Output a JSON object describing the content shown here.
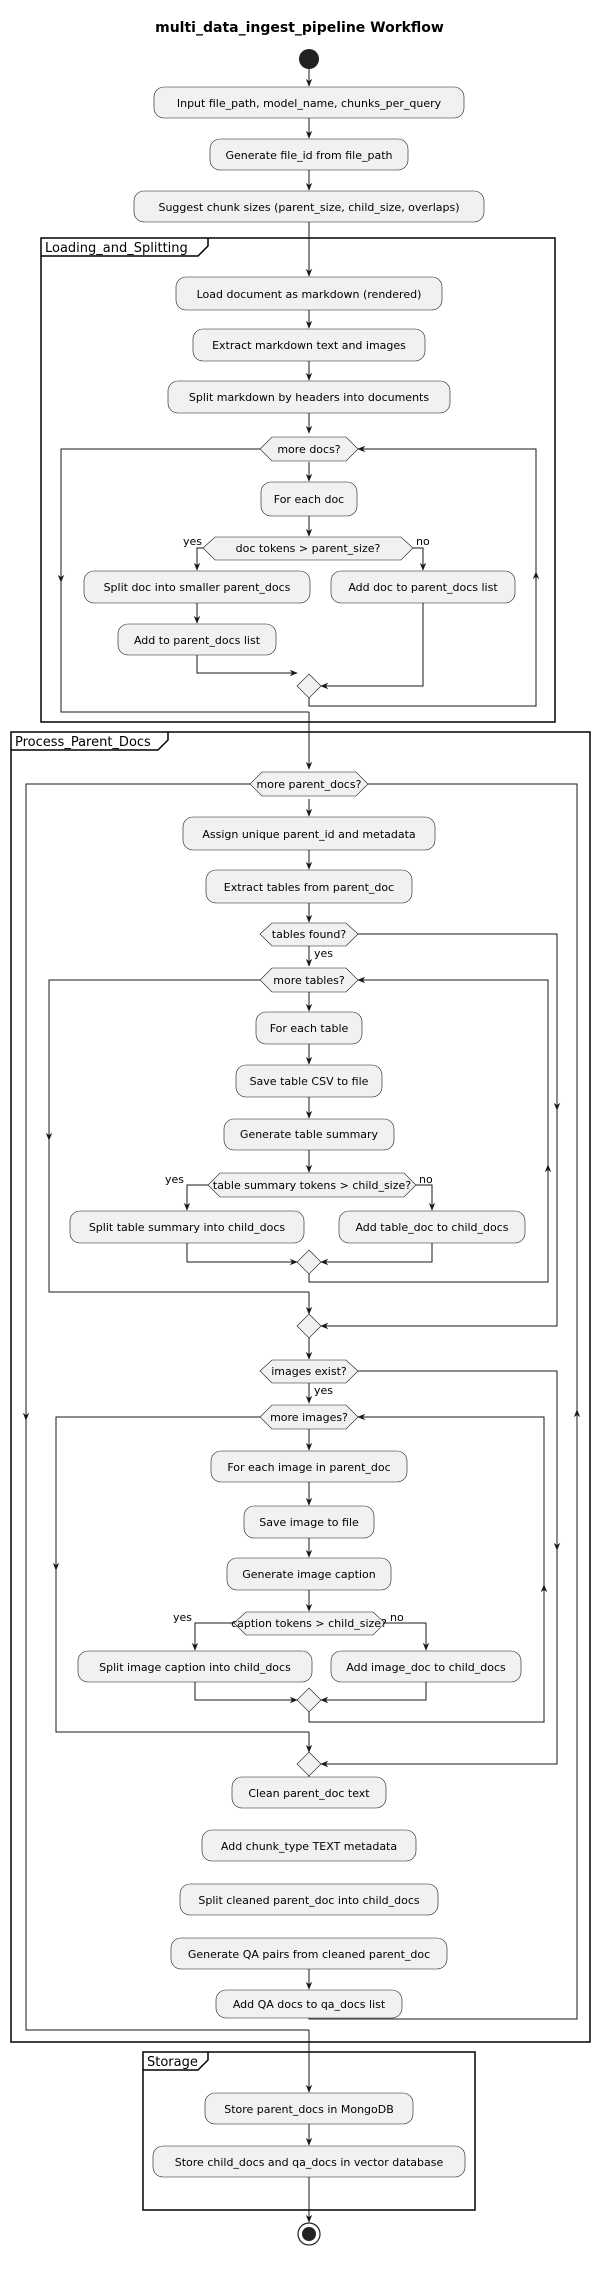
{
  "title": "multi_data_ingest_pipeline Workflow",
  "groups": {
    "loading": "Loading_and_Splitting",
    "process": "Process_Parent_Docs",
    "storage": "Storage"
  },
  "steps": {
    "input": "Input file_path, model_name, chunks_per_query",
    "gen_file_id": "Generate file_id from file_path",
    "suggest": "Suggest chunk sizes (parent_size, child_size, overlaps)",
    "load_doc": "Load document as markdown (rendered)",
    "extract_md": "Extract markdown text and images",
    "split_md": "Split markdown by headers into documents",
    "for_each_doc": "For each doc",
    "split_parent": "Split doc into smaller parent_docs",
    "add_parent_yes": "Add to parent_docs list",
    "add_parent_no": "Add doc to parent_docs list",
    "assign_id": "Assign unique parent_id and metadata",
    "extract_tables": "Extract tables from parent_doc",
    "for_each_table": "For each table",
    "save_csv": "Save table CSV to file",
    "gen_table_summary": "Generate table summary",
    "split_table_summary": "Split table summary into child_docs",
    "add_table_doc": "Add table_doc to child_docs",
    "for_each_image": "For each image in parent_doc",
    "save_image": "Save image to file",
    "gen_caption": "Generate image caption",
    "split_caption": "Split image caption into child_docs",
    "add_image_doc": "Add image_doc to child_docs",
    "clean_text": "Clean parent_doc text",
    "add_chunk_type": "Add chunk_type TEXT metadata",
    "split_cleaned": "Split cleaned parent_doc into child_docs",
    "gen_qa": "Generate QA pairs from cleaned parent_doc",
    "add_qa": "Add QA docs to qa_docs list",
    "store_parent": "Store parent_docs in MongoDB",
    "store_child": "Store child_docs and qa_docs in vector database"
  },
  "decisions": {
    "more_docs": "more docs?",
    "doc_tokens": "doc tokens > parent_size?",
    "more_parent": "more parent_docs?",
    "tables_found": "tables found?",
    "more_tables": "more tables?",
    "table_tokens": "table summary tokens > child_size?",
    "images_exist": "images exist?",
    "more_images": "more images?",
    "caption_tokens": "caption tokens > child_size?"
  },
  "labels": {
    "yes": "yes",
    "no": "no"
  }
}
